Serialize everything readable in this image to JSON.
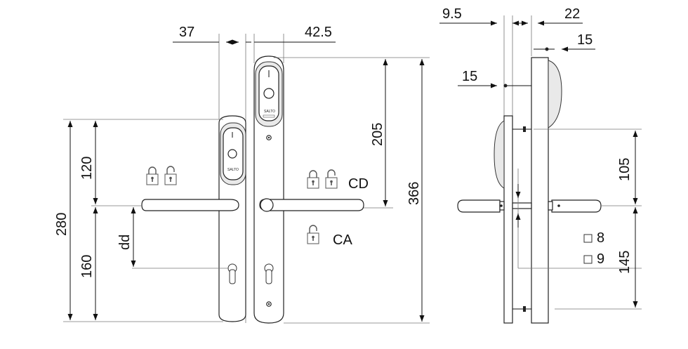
{
  "dimensions": {
    "left_width": "37",
    "plate_width": "42.5",
    "reader_offset": "9.5",
    "plate_thickness": "22",
    "cover_depth": "15",
    "inner_depth": "15",
    "h_120": "120",
    "h_280": "280",
    "h_160": "160",
    "h_dd": "dd",
    "h_205": "205",
    "h_366": "366",
    "h_105": "105",
    "h_145": "145"
  },
  "labels": {
    "cd": "CD",
    "ca": "CA",
    "opt_8": "8",
    "opt_9": "9"
  },
  "icons": [
    "padlock-closed-icon",
    "padlock-open-icon",
    "checkbox-icon"
  ]
}
